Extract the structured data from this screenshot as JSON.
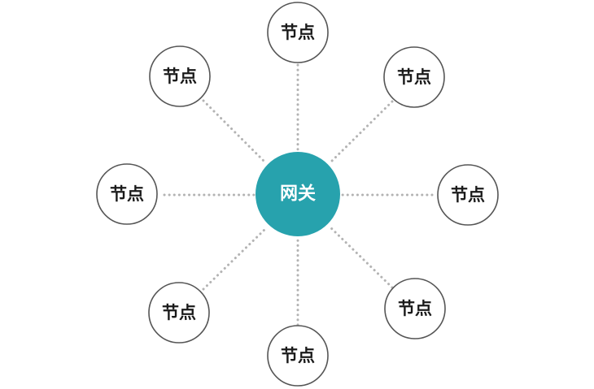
{
  "gateway": {
    "label": "网关",
    "color": "#27a2ad"
  },
  "nodes": [
    {
      "label": "节点"
    },
    {
      "label": "节点"
    },
    {
      "label": "节点"
    },
    {
      "label": "节点"
    },
    {
      "label": "节点"
    },
    {
      "label": "节点"
    },
    {
      "label": "节点"
    },
    {
      "label": "节点"
    }
  ],
  "colors": {
    "node_border": "#555555",
    "edge": "#b3b3b3"
  }
}
